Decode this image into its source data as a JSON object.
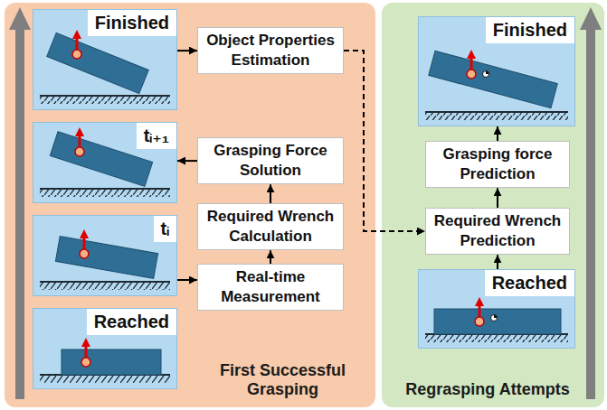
{
  "diagram": {
    "nodes": [
      {
        "text": [
          "First Successful Grasping"
        ]
      },
      {
        "text": [
          "Finished"
        ],
        "in": 0
      },
      {
        "text": [
          "Object Properties Estimation"
        ],
        "in": 0
      },
      {
        "text": [
          "tᵢ₊₁"
        ],
        "in": 0
      },
      {
        "text": [
          "Grasping Force Solution"
        ],
        "in": 0
      },
      {
        "text": [
          "Required Wrench Calculation"
        ],
        "in": 0
      },
      {
        "text": [
          "tᵢ"
        ],
        "in": 0
      },
      {
        "text": [
          "Real-time Measurement"
        ],
        "in": 0
      },
      {
        "text": [
          "Reached"
        ],
        "in": 0
      },
      {
        "text": [
          "Regrasping Attempts"
        ]
      },
      {
        "text": [
          "Finished"
        ],
        "in": 9
      },
      {
        "text": [
          "Grasping force Prediction"
        ],
        "in": 9
      },
      {
        "text": [
          "Required Wrench Prediction"
        ],
        "in": 9
      },
      {
        "text": [
          "Reached"
        ],
        "in": 9
      }
    ],
    "edges": [
      {
        "from": 1,
        "to": 2,
        "arrow": "to"
      },
      {
        "from": 2,
        "to": 12,
        "arrow": "to"
      },
      {
        "from": 4,
        "to": 3,
        "arrow": "to"
      },
      {
        "from": 5,
        "to": 4,
        "arrow": "to"
      },
      {
        "from": 7,
        "to": 5,
        "arrow": "to"
      },
      {
        "from": 6,
        "to": 7,
        "arrow": "to"
      },
      {
        "from": 13,
        "to": 12,
        "arrow": "to"
      },
      {
        "from": 12,
        "to": 11,
        "arrow": "to"
      },
      {
        "from": 11,
        "to": 10,
        "arrow": "to"
      }
    ]
  }
}
